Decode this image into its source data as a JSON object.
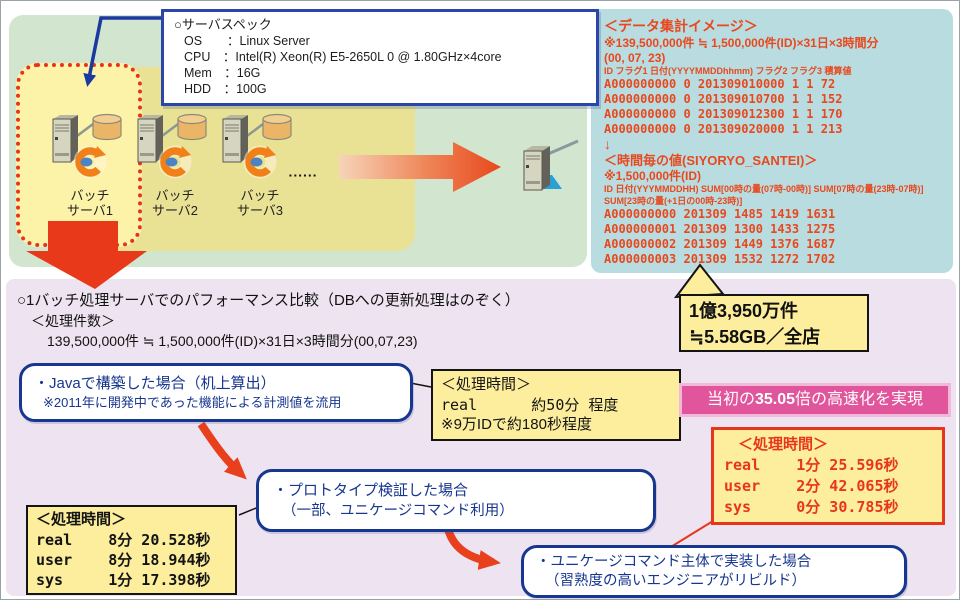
{
  "colors": {
    "accent_red": "#e8391b",
    "navy_border": "#17368f",
    "teal_bg": "#b9dce0",
    "green_bg": "#d2e5cf",
    "khaki_bg": "#e9e295",
    "highlight_yellow": "#fcf2a8",
    "box_yellow": "#fcee9c",
    "pink_panel_bg": "#eee3f0",
    "banner_pink": "#e0559c",
    "data_text_red": "#e8481e"
  },
  "spec_box": {
    "title": "○サーバスペック",
    "lines": [
      "OS　　：Linux Server",
      "CPU　：Intel(R) Xeon(R) E5-2650L 0 @ 1.80GHz×4core",
      "Mem　：16G",
      "HDD　：100G"
    ]
  },
  "servers": [
    {
      "line1": "バッチ",
      "line2": "サーバ1"
    },
    {
      "line1": "バッチ",
      "line2": "サーバ2"
    },
    {
      "line1": "バッチ",
      "line2": "サーバ3"
    }
  ],
  "ellipsis": "▪▪▪▪▪▪",
  "data_box": {
    "title": "＜データ集計イメージ＞",
    "note1": "※139,500,000件 ≒ 1,500,000件(ID)×31日×3時間分",
    "note2": "(00, 07, 23)",
    "header1": "ID フラグ1 日付(YYYYMMDDhhmm) フラグ2 フラグ3 積算値",
    "rows1": [
      "A000000000 0 201309010000 1 1 72",
      "A000000000 0 201309010700 1 1 152",
      "A000000000 0 201309012300 1 1 170",
      "A000000000 0 201309020000 1 1 213"
    ],
    "arrow": "↓",
    "title2": "＜時間毎の値(SIYORYO_SANTEI)＞",
    "note3": "※1,500,000件(ID)",
    "header2a": "ID 日付(YYYMMDDHH) SUM[00時の量(07時-00時)] SUM[07時の量(23時-07時)]",
    "header2b": "SUM[23時の量(+1日の00時-23時)]",
    "rows2": [
      "A000000000 201309 1485 1419 1631",
      "A000000001 201309 1300 1433 1275",
      "A000000002 201309 1449 1376 1687",
      "A000000003 201309 1532 1272 1702"
    ]
  },
  "perf": {
    "heading": "○1バッチ処理サーバでのパフォーマンス比較（DBへの更新処理はのぞく）",
    "sub1": "＜処理件数＞",
    "sub2": "139,500,000件 ≒ 1,500,000件(ID)×31日×3時間分(00,07,23)"
  },
  "volume_callout": {
    "line1": "1億3,950万件",
    "line2": "≒5.58GB／全店"
  },
  "speedup": {
    "pre": "当初の",
    "num": "35.05",
    "post": "倍の高速化を実現"
  },
  "case_java": {
    "line1": "・Javaで構築した場合（机上算出）",
    "line2": "※2011年に開発中であった機能による計測値を流用"
  },
  "time_java": {
    "title": "＜処理時間＞",
    "line1": "real      約50分 程度",
    "line2": "※9万IDで約180秒程度"
  },
  "case_proto": {
    "line1": "・プロトタイプ検証した場合",
    "line2": "（一部、ユニケージコマンド利用）"
  },
  "time_proto": {
    "title": "＜処理時間＞",
    "rows": [
      "real    8分 20.528秒",
      "user    8分 18.944秒",
      "sys     1分 17.398秒"
    ]
  },
  "case_unicage": {
    "line1": "・ユニケージコマンド主体で実装した場合",
    "line2": "（習熟度の高いエンジニアがリビルド）"
  },
  "time_unicage": {
    "title": "＜処理時間＞",
    "rows": [
      "real    1分 25.596秒",
      "user    2分 42.065秒",
      "sys     0分 30.785秒"
    ]
  }
}
